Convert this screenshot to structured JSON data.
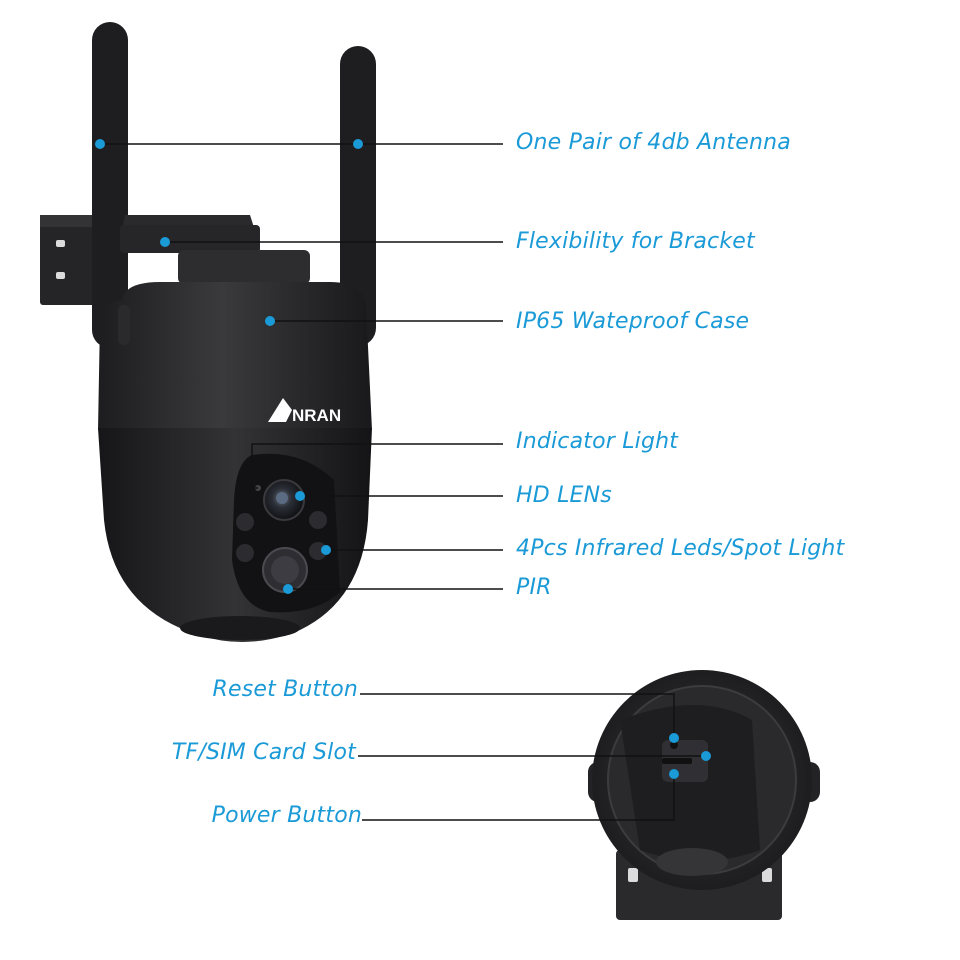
{
  "brand": {
    "logo_text": "ANRAN"
  },
  "colors": {
    "accent": "#1a9ad7",
    "body": "#2b2b2d",
    "line": "#111111"
  },
  "callouts_top": [
    {
      "text": "One Pair of 4db Antenna"
    },
    {
      "text": "Flexibility for Bracket"
    },
    {
      "text": "IP65 Wateproof Case"
    },
    {
      "text": "Indicator Light"
    },
    {
      "text": "HD LENs"
    },
    {
      "text": "4Pcs Infrared Leds/Spot Light"
    },
    {
      "text": "PIR"
    }
  ],
  "callouts_bottom": [
    {
      "text": "Reset Button"
    },
    {
      "text": "TF/SIM Card Slot"
    },
    {
      "text": "Power Button"
    }
  ]
}
